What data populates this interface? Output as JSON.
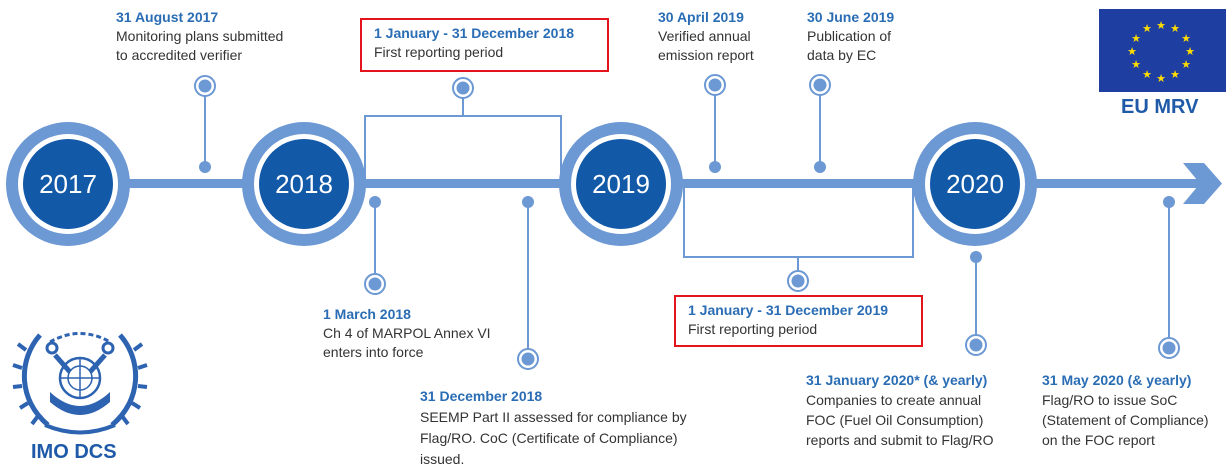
{
  "colors": {
    "line": "#6c98d4",
    "year_fill": "#1259a8",
    "year_ring": "#6c98d4",
    "date_text": "#2a6db4",
    "body_text": "#333333",
    "highlight_border": "#e3141b",
    "eu_flag_blue": "#1f3ea1",
    "eu_star_yellow": "#ffdd00",
    "logo_text": "#1e5aa8"
  },
  "years": [
    {
      "label": "2017"
    },
    {
      "label": "2018"
    },
    {
      "label": "2019"
    },
    {
      "label": "2020"
    }
  ],
  "events": {
    "aug2017": {
      "date": "31 August 2017",
      "lines": [
        "Monitoring plans submitted",
        "to accredited verifier"
      ]
    },
    "period2018": {
      "date": "1 January - 31 December 2018",
      "lines": [
        "First reporting period"
      ]
    },
    "apr2019": {
      "date": "30 April 2019",
      "lines": [
        "Verified annual",
        "emission report"
      ]
    },
    "jun2019": {
      "date": "30 June 2019",
      "lines": [
        "Publication of",
        "data by EC"
      ]
    },
    "mar2018": {
      "date": "1 March 2018",
      "lines": [
        "Ch 4 of MARPOL Annex VI",
        "enters into force"
      ]
    },
    "dec2018": {
      "date": "31 December 2018",
      "lines": [
        "SEEMP Part II assessed for compliance by",
        "Flag/RO. CoC (Certificate of Compliance)",
        "issued."
      ]
    },
    "period2019": {
      "date": "1 January - 31 December 2019",
      "lines": [
        "First reporting period"
      ]
    },
    "jan2020": {
      "date": "31 January 2020* (& yearly)",
      "lines": [
        "Companies to create annual",
        "FOC (Fuel Oil Consumption)",
        "reports and submit to Flag/RO"
      ]
    },
    "may2020": {
      "date": "31 May 2020 (& yearly)",
      "lines": [
        "Flag/RO to issue SoC",
        "(Statement of Compliance)",
        "on the FOC report"
      ]
    }
  },
  "logos": {
    "eu": {
      "caption": "EU MRV",
      "icon": "eu-flag-icon"
    },
    "imo": {
      "caption": "IMO DCS",
      "icon": "imo-emblem-icon"
    }
  }
}
